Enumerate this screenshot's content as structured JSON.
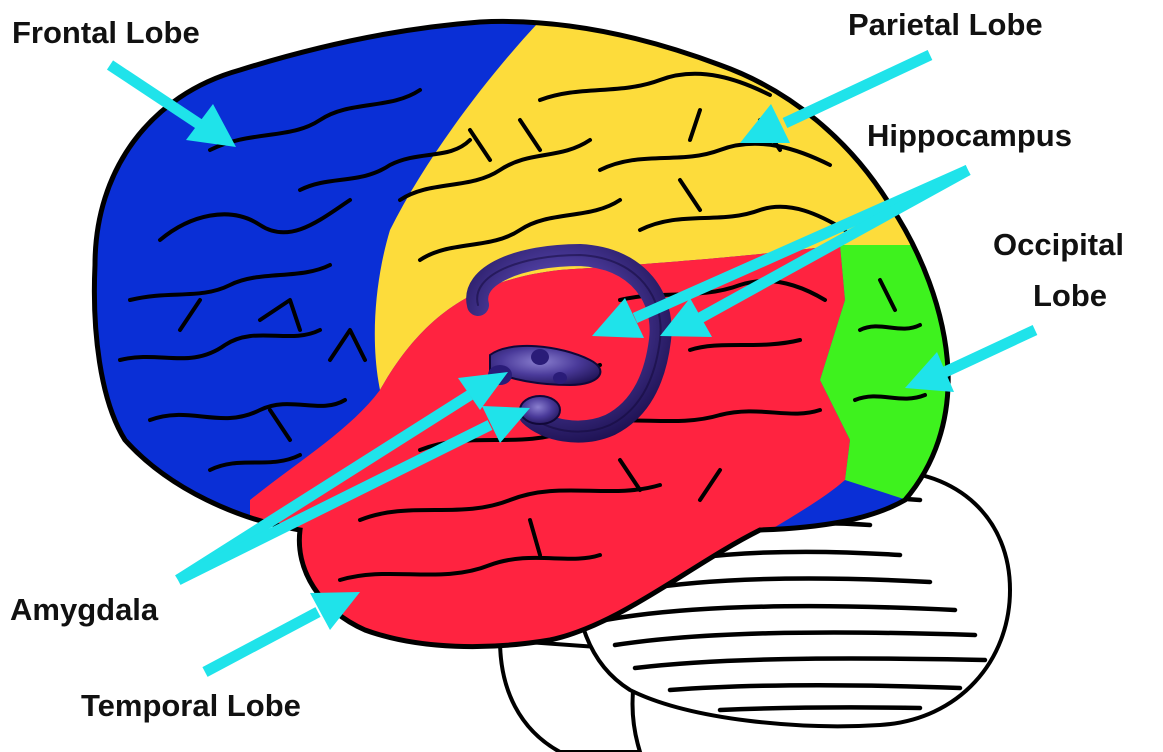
{
  "labels": {
    "frontal": "Frontal Lobe",
    "parietal": "Parietal Lobe",
    "hippocampus": "Hippocampus",
    "occipital_line1": "Occipital",
    "occipital_line2": "Lobe",
    "amygdala": "Amygdala",
    "temporal": "Temporal Lobe"
  },
  "colors": {
    "frontal": "#0a2fd6",
    "parietal": "#fddc3b",
    "temporal": "#ff2340",
    "occipital": "#3ef21e",
    "cerebellum": "#ffffff",
    "hippocampus": "#3c2d86",
    "arrows": "#1fe3ea",
    "outline": "#000000"
  }
}
